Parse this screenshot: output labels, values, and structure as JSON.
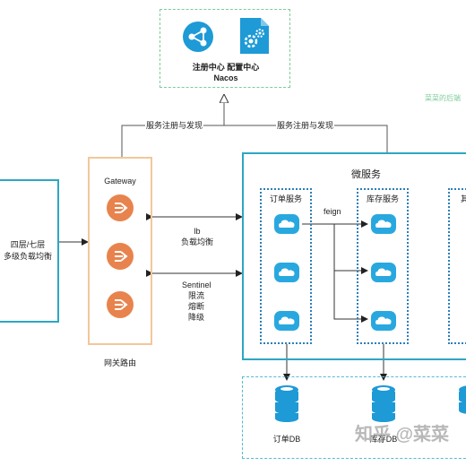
{
  "registry": {
    "label_line1": "注册中心 配置中心",
    "label_line2": "Nacos"
  },
  "watermark_small": "菜菜的后端",
  "links": {
    "left_registration": "服务注册与发现",
    "right_registration": "服务注册与发现",
    "lb_line1": "lb",
    "lb_line2": "负载均衡",
    "sentinel_line1": "Sentinel",
    "sentinel_line2": "限流",
    "sentinel_line3": "熔断",
    "sentinel_line4": "降级",
    "feign": "feign"
  },
  "load_balancer": {
    "line1": "四层/七层",
    "line2": "多级负载均衡"
  },
  "gateway": {
    "title": "Gateway",
    "caption": "网关路由"
  },
  "microservices": {
    "title": "微服务",
    "order_service": "订单服务",
    "inventory_service": "库存服务",
    "third_partial": "其"
  },
  "databases": {
    "order_db": "订单DB",
    "inventory_db": "库存DB"
  },
  "watermark": "知乎 @菜菜"
}
